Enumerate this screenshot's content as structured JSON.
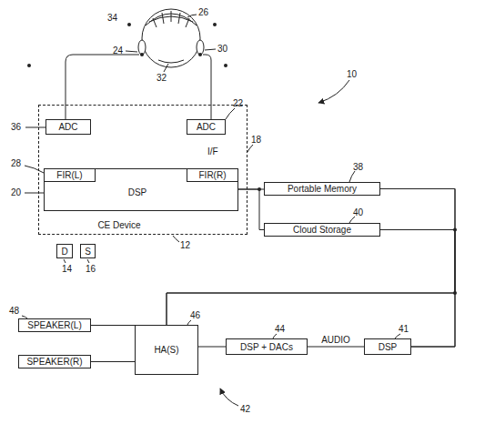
{
  "diagram": {
    "nodes": [
      {
        "text": [
          "CE Device"
        ]
      },
      {
        "text": [
          "ADC"
        ],
        "in": 0
      },
      {
        "text": [
          "ADC"
        ],
        "in": 0
      },
      {
        "text": [
          "DSP"
        ],
        "in": 0
      },
      {
        "text": [
          "FIR(L)"
        ],
        "in": 3
      },
      {
        "text": [
          "FIR(R)"
        ],
        "in": 3
      },
      {
        "text": [
          "D"
        ]
      },
      {
        "text": [
          "S"
        ]
      },
      {
        "text": [
          "Portable Memory"
        ]
      },
      {
        "text": [
          "Cloud Storage"
        ]
      },
      {
        "text": [
          "SPEAKER(L)"
        ]
      },
      {
        "text": [
          "SPEAKER(R)"
        ]
      },
      {
        "text": [
          "HA(S)"
        ]
      },
      {
        "text": [
          "DSP + DACs"
        ]
      },
      {
        "text": [
          "DSP"
        ]
      }
    ],
    "edges": [
      {
        "from": 3,
        "to": 8,
        "arrow": "none"
      },
      {
        "from": 3,
        "to": 9,
        "arrow": "none"
      },
      {
        "from": 8,
        "to": 12,
        "arrow": "none"
      },
      {
        "from": 9,
        "to": 12,
        "arrow": "none"
      },
      {
        "from": 8,
        "to": 14,
        "arrow": "none"
      },
      {
        "from": 9,
        "to": 14,
        "arrow": "none"
      },
      {
        "from": 14,
        "to": 13,
        "label": "AUDIO",
        "arrow": "none"
      },
      {
        "from": 13,
        "to": 12,
        "arrow": "none"
      },
      {
        "from": 12,
        "to": 10,
        "arrow": "none"
      },
      {
        "from": 12,
        "to": 11,
        "arrow": "none"
      }
    ],
    "labels": [
      "34",
      "24",
      "26",
      "30",
      "32",
      "10",
      "36",
      "22",
      "I/F",
      "18",
      "28",
      "20",
      "14",
      "16",
      "12",
      "38",
      "40",
      "48",
      "46",
      "44",
      "41",
      "42"
    ]
  }
}
